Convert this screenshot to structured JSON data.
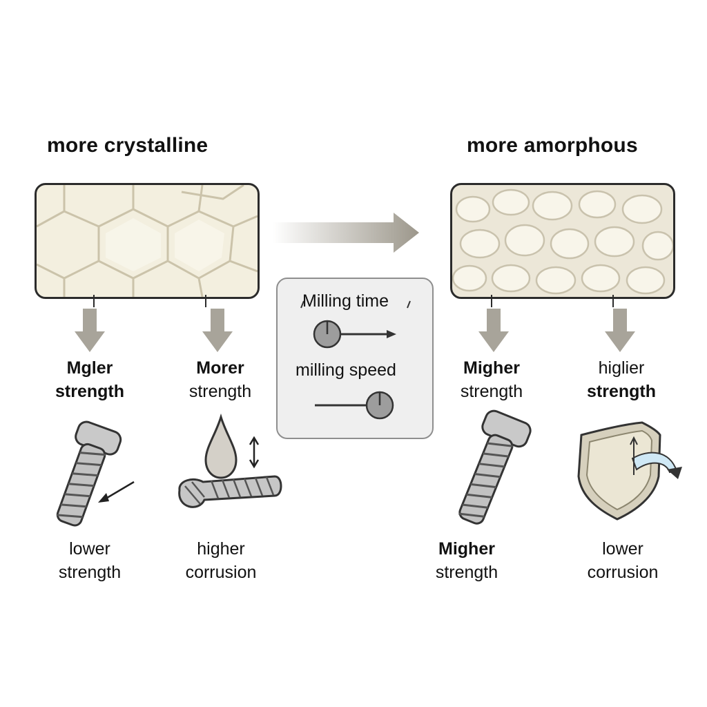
{
  "headers": {
    "left": "more crystalline",
    "right": "more amorphous"
  },
  "controls": {
    "time_label": "Milling time",
    "speed_label": "milling speed"
  },
  "properties": [
    {
      "line1": "Mgler",
      "line2": "strength"
    },
    {
      "line1": "Morer",
      "line2": "strength"
    },
    {
      "line1": "Migher",
      "line2": "strength"
    },
    {
      "line1": "higlier",
      "line2": "strength"
    }
  ],
  "outcomes": [
    {
      "line1": "lower",
      "line2": "strength"
    },
    {
      "line1": "higher",
      "line2": "corrusion"
    },
    {
      "line1": "Migher",
      "line2": "strength"
    },
    {
      "line1": "lower",
      "line2": "corrusion"
    }
  ],
  "colors": {
    "panel_fill": "#f3efdf",
    "grain_line": "#cdc6ae",
    "arrow_gray": "#a8a49a",
    "icon_gray": "#9a9a9a",
    "shield_accent": "#cfe8f5"
  }
}
